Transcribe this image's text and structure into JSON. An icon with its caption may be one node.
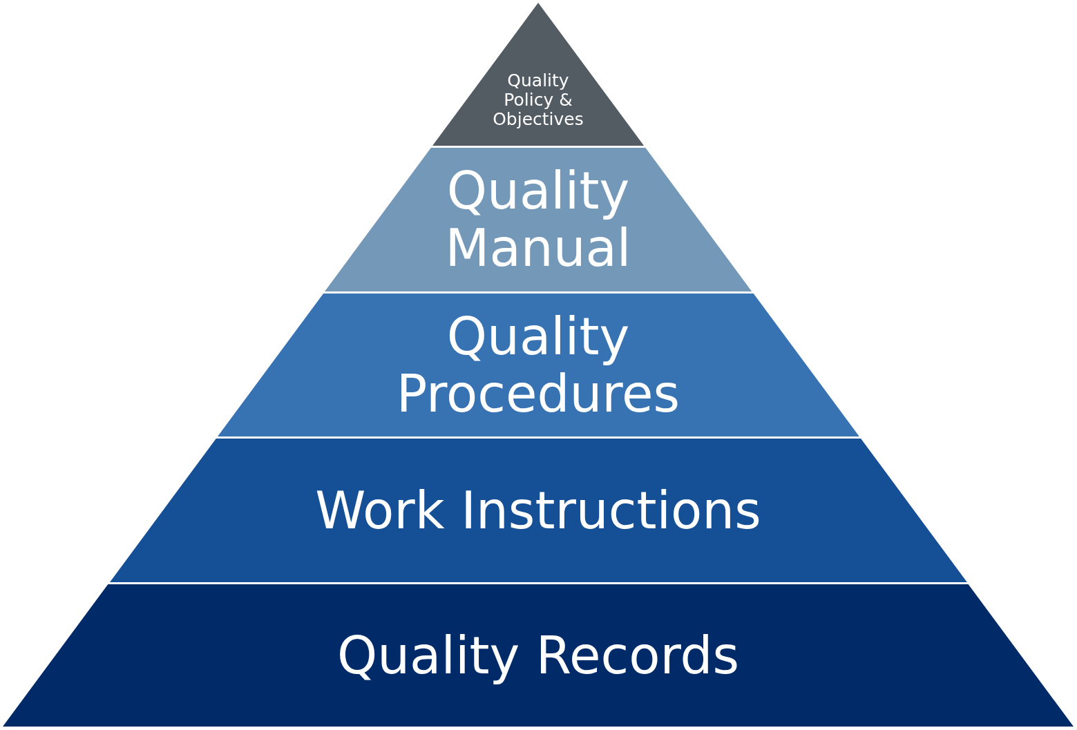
{
  "diagram": {
    "nodes": [
      {
        "text": [
          "Quality Policy & Objectives"
        ]
      },
      {
        "text": [
          "Quality Manual"
        ]
      },
      {
        "text": [
          "Quality Procedures"
        ]
      },
      {
        "text": [
          "Work Instructions"
        ]
      },
      {
        "text": [
          "Quality Records"
        ]
      }
    ]
  }
}
